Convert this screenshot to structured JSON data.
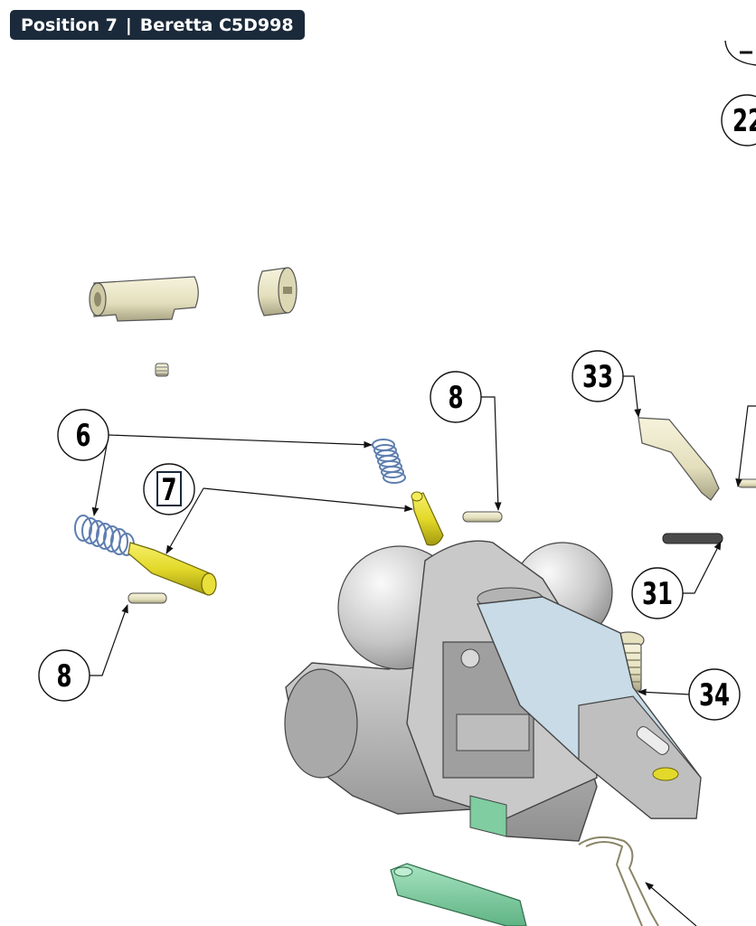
{
  "header": {
    "position_label": "Position 7",
    "separator": "|",
    "model": "Beretta C5D998"
  },
  "callouts": {
    "c6": "6",
    "c7": "7",
    "c8_top": "8",
    "c8_bottom": "8",
    "c22": "22",
    "c33": "33",
    "c31": "31",
    "c34": "34"
  },
  "highlighted_callout": "7",
  "colors": {
    "header_bg": "#1b2a3a",
    "highlight_part": "#e3d92a",
    "spring_blue": "#5f7fb0",
    "housing_gray": "#b4b4b4",
    "lever_blue": "#c8dbe6",
    "cream_part": "#e6e2c0",
    "green_part": "#7fcda0"
  }
}
